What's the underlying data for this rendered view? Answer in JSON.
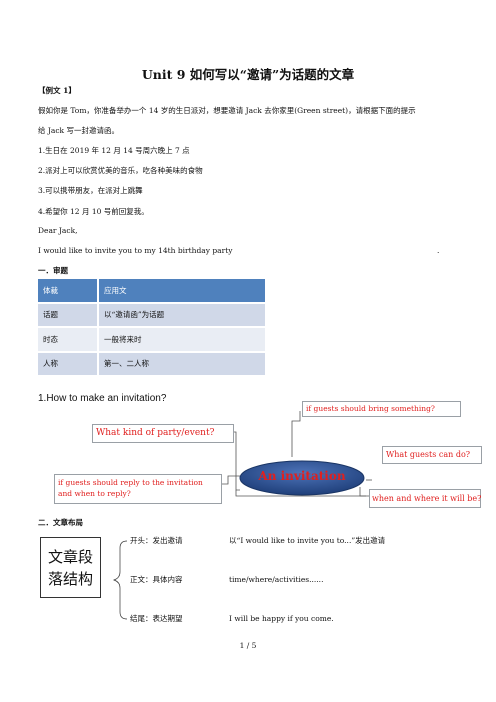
{
  "title": "Unit 9 如何写以“邀请”为话题的文章",
  "example_heading": "【例文 1】",
  "prompt_lines": [
    "假如你是 Tom，你准备举办一个 14 岁的生日派对，想要邀请 Jack 去你家里(Green street)，请根据下面的提示",
    "给 Jack 写一封邀请函。"
  ],
  "points": [
    "1.生日在 2019 年 12 月 14 号周六晚上 7 点",
    "2.派对上可以欣赏优美的音乐，吃各种美味的食物",
    "3.可以携带朋友，在派对上跳舞",
    "4.希望你 12 月 10 号前回复我。"
  ],
  "salutation": "Dear Jack,",
  "first_line": "I would like to invite you to my 14th birthday party",
  "first_line_end": ".",
  "section1_heading": "一．审题",
  "analysis_table": [
    [
      "体裁",
      "应用文"
    ],
    [
      "话题",
      "以“邀请函”为话题"
    ],
    [
      "时态",
      "一般将来时"
    ],
    [
      "人称",
      "第一、二人称"
    ]
  ],
  "diagram": {
    "heading": "1.How to make an invitation?",
    "center": "An invitation",
    "boxes": {
      "party_kind": "What kind of party/event?",
      "bring": "if guests should bring something?",
      "reply": [
        "if guests should reply to the invitation",
        "and when to reply?"
      ],
      "guests_do": "What guests can do?",
      "when_where": "when and where it will be?"
    }
  },
  "section2_heading": "二．文章布局",
  "structure": {
    "box_label": [
      "文章段",
      "落结构"
    ],
    "rows": [
      {
        "part": "开头：发出邀请",
        "content": "以“I would like to invite you to...”发出邀请"
      },
      {
        "part": "正文：具体内容",
        "content": "time/where/activities......"
      },
      {
        "part": "结尾：表达期望",
        "content": "I will be happy if you come."
      }
    ]
  },
  "page_number": "1 / 5",
  "colors": {
    "table_header": "#4f81bd",
    "table_row_dark": "#d0d8e8",
    "table_row_light": "#e9edf4",
    "diagram_text_red": "#e0201f",
    "ellipse_fill": "#2b4f8c"
  }
}
